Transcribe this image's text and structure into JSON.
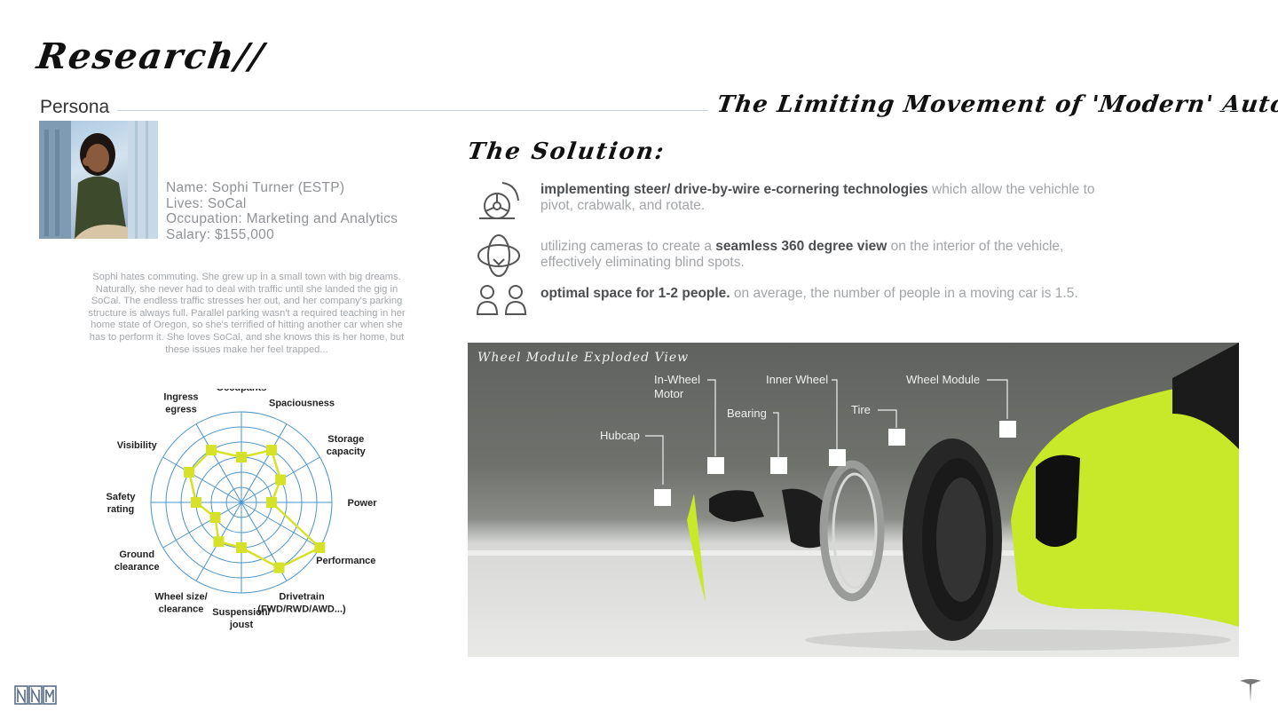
{
  "page": {
    "title": "Research//",
    "section_title": "The Limiting Movement of 'Modern' Automobiles"
  },
  "persona": {
    "label": "Persona",
    "name": "Name: Sophi Turner (ESTP)",
    "lives": "Lives: SoCal",
    "occupation": "Occupation: Marketing and Analytics",
    "salary": "Salary: $155,000",
    "bio": "Sophi hates commuting. She grew up in a small town with big dreams. Naturally, she never had to deal with traffic until she landed the gig in SoCal. The endless traffic stresses her out, and her company's parking structure is always full. Parallel parking wasn't a required teaching in her home state of Oregon, so she's terrified of hitting another car when she has to perform it. She loves SoCal, and she knows this is her home, but these issues make her feel trapped..."
  },
  "chart_data": {
    "type": "radar",
    "title": "",
    "categories": [
      "Occupants",
      "Spaciousness",
      "Storage capacity",
      "Power",
      "Performance",
      "Drivetrain (FWD/RWD/AWD...)",
      "Suspension/ joust",
      "Wheel size/ clearance",
      "Ground clearance",
      "Safety rating",
      "Visibility",
      "Ingress egress"
    ],
    "axis_labels": [
      "Occupants",
      "Spaciousness",
      "Storage\ncapacity",
      "Power",
      "Performance",
      "Drivetrain\n(FWD/RWD/AWD...)",
      "Suspension/\njoust",
      "Wheel size/\nclearance",
      "Ground\nclearance",
      "Safety\nrating",
      "Visibility",
      "Ingress\negress"
    ],
    "series": [
      {
        "values": [
          3,
          4,
          3,
          2,
          6,
          5,
          3,
          3,
          2,
          3,
          4,
          4
        ],
        "color": "#d6e12a"
      }
    ],
    "rmax": 6,
    "rings": 6,
    "grid": true,
    "grid_color": "#4c94c8"
  },
  "solution": {
    "heading": "The Solution:",
    "items": [
      {
        "icon": "steering-wheel-icon",
        "bold": "implementing steer/ drive-by-wire e-cornering technologies",
        "after": " which allow the vehichle to pivot, crabwalk, and rotate."
      },
      {
        "icon": "rotation-360-icon",
        "before": "utilizing cameras to create a ",
        "bold": "seamless 360 degree view",
        "after": " on the interior of the vehicle, effectively eliminating blind spots."
      },
      {
        "icon": "people-icon",
        "bold": "optimal space for 1-2 people.",
        "after": " on average, the number of people in a moving car is 1.5."
      }
    ]
  },
  "exploded_view": {
    "title": "Wheel Module Exploded View",
    "parts": [
      {
        "label": "Hubcap"
      },
      {
        "label": "In-Wheel\nMotor"
      },
      {
        "label": "Bearing"
      },
      {
        "label": "Inner Wheel"
      },
      {
        "label": "Tire"
      },
      {
        "label": "Wheel Module"
      }
    ],
    "accent_color": "#c8e82a"
  },
  "colors": {
    "chart_accent": "#d6e12a",
    "grid": "#4c94c8",
    "rule": "#c9d5dd"
  }
}
